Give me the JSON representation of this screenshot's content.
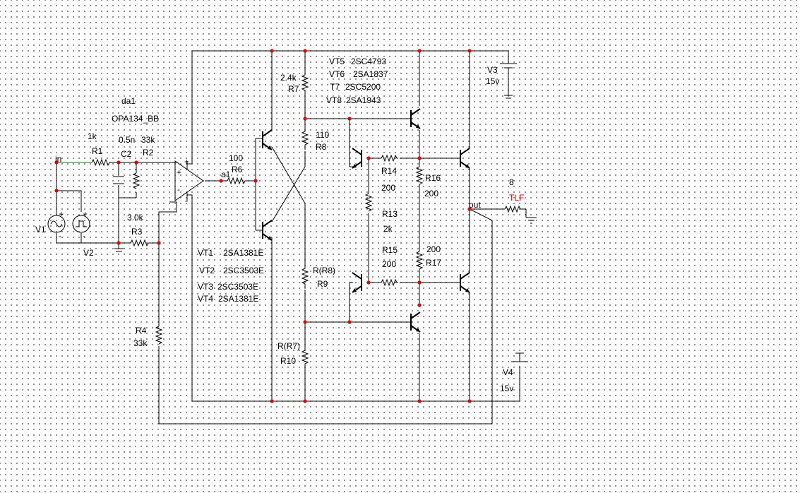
{
  "opamp": {
    "name": "da1",
    "model": "OPA134_BB"
  },
  "resistors": {
    "R1": {
      "label": "R1",
      "value": "1k"
    },
    "R2": {
      "label": "R2",
      "value": "33k"
    },
    "R3": {
      "label": "R3",
      "value": "3.0k"
    },
    "R4": {
      "label": "R4",
      "value": "33k"
    },
    "R6": {
      "label": "R6",
      "value": "100"
    },
    "R7": {
      "label": "R7",
      "value": "2.4k"
    },
    "R8": {
      "label": "R8",
      "value": "110"
    },
    "R9": {
      "label": "R9",
      "value": "R(R8)"
    },
    "R10": {
      "label": "R10",
      "value": "R(R7)"
    },
    "R13": {
      "label": "R13",
      "value": "2k"
    },
    "R14": {
      "label": "R14",
      "value": "200"
    },
    "R15": {
      "label": "R15",
      "value": "200"
    },
    "R16": {
      "label": "R16",
      "value": "200"
    },
    "R17": {
      "label": "R17",
      "value": "200"
    }
  },
  "capacitor": {
    "label": "C2",
    "value": "0.5n"
  },
  "sources": {
    "V1": "V1",
    "V2": "V2",
    "V3": {
      "label": "V3",
      "value": "15v"
    },
    "V4": {
      "label": "V4",
      "value": "15v"
    }
  },
  "load": {
    "label": "TLF",
    "value": "8"
  },
  "nodes": {
    "in": "in",
    "a1": "a1",
    "out": "out"
  },
  "pin_signs": {
    "plus": "+",
    "minus": "-"
  },
  "transistor_list_left": [
    {
      "ref": "VT1",
      "part": "2SA1381E"
    },
    {
      "ref": "VT2",
      "part": "2SC3503E"
    },
    {
      "ref": "VT3",
      "part": "2SC3503E"
    },
    {
      "ref": "VT4",
      "part": "2SA1381E"
    }
  ],
  "transistor_list_right": [
    {
      "ref": "VT5",
      "part": "2SC4793"
    },
    {
      "ref": "VT6",
      "part": "2SA1837"
    },
    {
      "ref": "T7",
      "part": "2SC5200"
    },
    {
      "ref": "VT8",
      "part": "2SA1943"
    }
  ],
  "colors": {
    "wire": "#000000",
    "junction": "#e00000",
    "input_wire": "#008000",
    "load_label": "#cc0000",
    "grid_dot": "#5a5a5a",
    "background": "#ffffff"
  }
}
